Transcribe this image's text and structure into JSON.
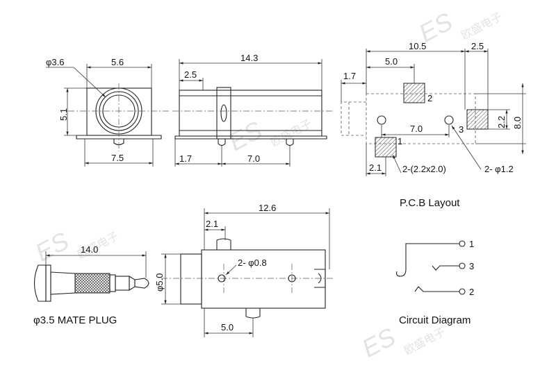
{
  "watermark": {
    "brand": "ES",
    "chars": "欧盛电子"
  },
  "front_view": {
    "d_outer": "φ3.6",
    "width_top": "5.6",
    "height": "5.1",
    "width_bottom": "7.5"
  },
  "side_view": {
    "length": "14.3",
    "front_len": "2.5",
    "pin_offset": "1.7",
    "pin_spacing": "7.0"
  },
  "pcb": {
    "title": "P.C.B Layout",
    "total": "10.5",
    "right": "2.5",
    "mid": "5.0",
    "left": "1.7",
    "pin_spacing": "7.0",
    "pad_h": "2.2",
    "height": "8.0",
    "bottom": "2.1",
    "pad_label": "2-(2.2x2.0)",
    "hole_label": "2- φ1.2",
    "pins": [
      "1",
      "2",
      "3"
    ]
  },
  "top_view": {
    "length": "12.6",
    "front": "2.1",
    "holes": "2- φ0.8",
    "width": "φ5.0",
    "spacing": "5.0"
  },
  "plug": {
    "length": "14.0",
    "caption": "φ3.5 MATE PLUG"
  },
  "circuit": {
    "caption": "Circuit Diagram",
    "pins": [
      "1",
      "3",
      "2"
    ]
  }
}
